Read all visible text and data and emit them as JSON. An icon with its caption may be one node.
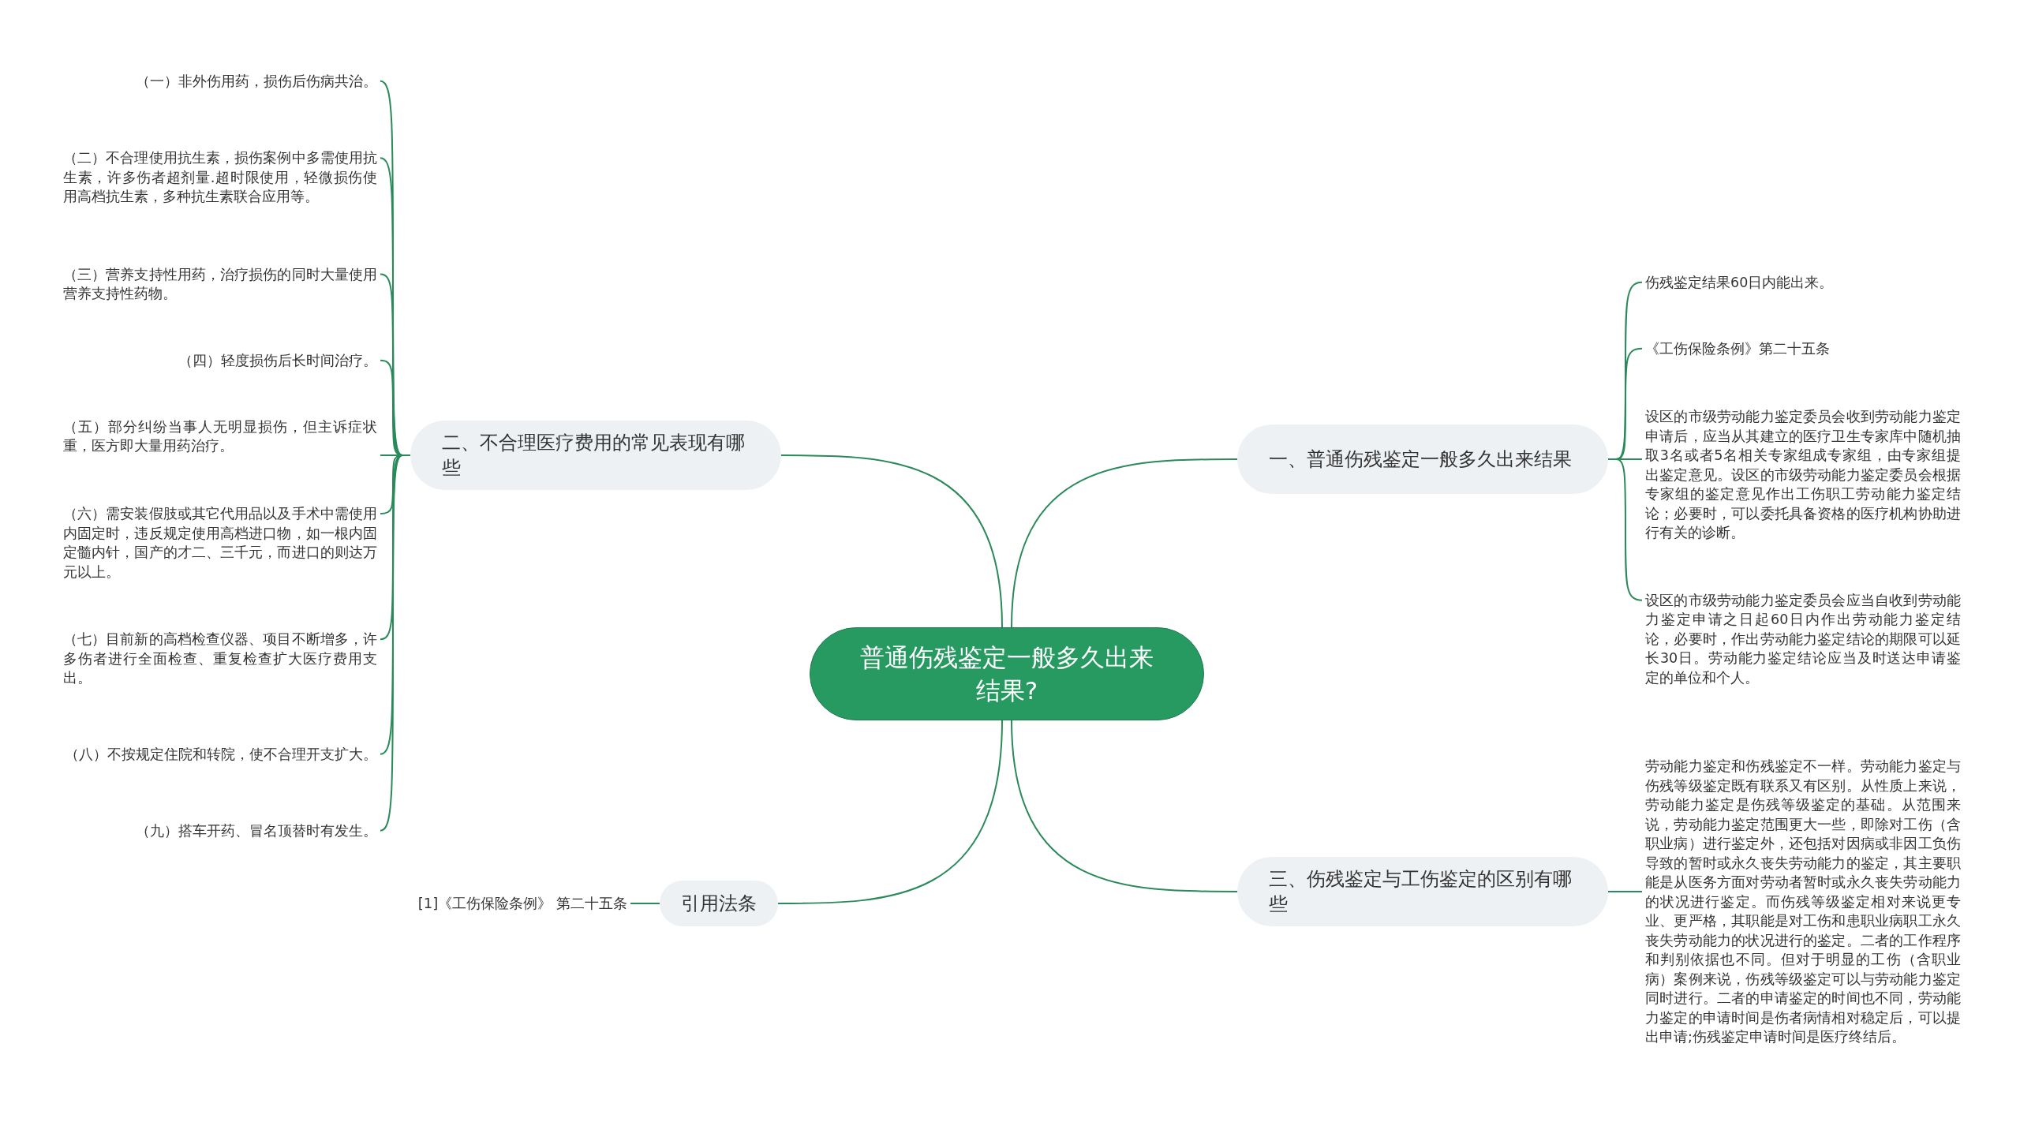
{
  "diagram": {
    "nodes": [
      {
        "text": [
          "普通伤残鉴定一般多久出来结果?"
        ]
      },
      {
        "text": [
          "一、普通伤残鉴定一般多久出来结果"
        ]
      },
      {
        "text": [
          "伤残鉴定结果60日内能出来。"
        ]
      },
      {
        "text": [
          "《工伤保险条例》第二十五条"
        ]
      },
      {
        "text": [
          "设区的市级劳动能力鉴定委员会收到劳动能力鉴定申请后，应当从其建立的医疗卫生专家库中随机抽取3名或者5名相关专家组成专家组，由专家组提出鉴定意见。设区的市级劳动能力鉴定委员会根据专家组的鉴定意见作出工伤职工劳动能力鉴定结论；必要时，可以委托具备资格的医疗机构协助进行有关的诊断。"
        ]
      },
      {
        "text": [
          "设区的市级劳动能力鉴定委员会应当自收到劳动能力鉴定申请之日起60日内作出劳动能力鉴定结论，必要时，作出劳动能力鉴定结论的期限可以延长30日。劳动能力鉴定结论应当及时送达申请鉴定的单位和个人。"
        ]
      },
      {
        "text": [
          "二、不合理医疗费用的常见表现有哪些"
        ]
      },
      {
        "text": [
          "（一）非外伤用药，损伤后伤病共治。"
        ]
      },
      {
        "text": [
          "（二）不合理使用抗生素，损伤案例中多需使用抗生素，许多伤者超剂量.超时限使用，轻微损伤使用高档抗生素，多种抗生素联合应用等。"
        ]
      },
      {
        "text": [
          "（三）营养支持性用药，治疗损伤的同时大量使用营养支持性药物。"
        ]
      },
      {
        "text": [
          "（四）轻度损伤后长时间治疗。"
        ]
      },
      {
        "text": [
          "（五）部分纠纷当事人无明显损伤，但主诉症状重，医方即大量用药治疗。"
        ]
      },
      {
        "text": [
          "（六）需安装假肢或其它代用品以及手术中需使用内固定时，违反规定使用高档进口物，如一根内固定髓内针，国产的才二、三千元，而进口的则达万元以上。"
        ]
      },
      {
        "text": [
          "（七）目前新的高档检查仪器、项目不断增多，许多伤者进行全面检查、重复检查扩大医疗费用支出。"
        ]
      },
      {
        "text": [
          "（八）不按规定住院和转院，使不合理开支扩大。"
        ]
      },
      {
        "text": [
          "（九）搭车开药、冒名顶替时有发生。"
        ]
      },
      {
        "text": [
          "三、伤残鉴定与工伤鉴定的区别有哪些"
        ]
      },
      {
        "text": [
          "劳动能力鉴定和伤残鉴定不一样。劳动能力鉴定与伤残等级鉴定既有联系又有区别。从性质上来说，劳动能力鉴定是伤残等级鉴定的基础。从范围来说，劳动能力鉴定范围更大一些，即除对工伤（含职业病）进行鉴定外，还包括对因病或非因工负伤导致的暂时或永久丧失劳动能力的鉴定，其主要职能是从医务方面对劳动者暂时或永久丧失劳动能力的状况进行鉴定。而伤残等级鉴定相对来说更专业、更严格，其职能是对工伤和患职业病职工永久丧失劳动能力的状况进行的鉴定。二者的工作程序和判别依据也不同。但对于明显的工伤（含职业病）案例来说，伤残等级鉴定可以与劳动能力鉴定同时进行。二者的申请鉴定的时间也不同，劳动能力鉴定的申请时间是伤者病情相对稳定后，可以提出申请;伤残鉴定申请时间是医疗终结后。"
        ]
      },
      {
        "text": [
          "引用法条"
        ]
      },
      {
        "text": [
          "[1]《工伤保险条例》 第二十五条"
        ]
      }
    ],
    "edges": [
      {
        "from": 0,
        "to": 1,
        "arrow": "none"
      },
      {
        "from": 0,
        "to": 6,
        "arrow": "none"
      },
      {
        "from": 0,
        "to": 16,
        "arrow": "none"
      },
      {
        "from": 0,
        "to": 18,
        "arrow": "none"
      },
      {
        "from": 1,
        "to": 2,
        "arrow": "none"
      },
      {
        "from": 1,
        "to": 3,
        "arrow": "none"
      },
      {
        "from": 1,
        "to": 4,
        "arrow": "none"
      },
      {
        "from": 1,
        "to": 5,
        "arrow": "none"
      },
      {
        "from": 6,
        "to": 7,
        "arrow": "none"
      },
      {
        "from": 6,
        "to": 8,
        "arrow": "none"
      },
      {
        "from": 6,
        "to": 9,
        "arrow": "none"
      },
      {
        "from": 6,
        "to": 10,
        "arrow": "none"
      },
      {
        "from": 6,
        "to": 11,
        "arrow": "none"
      },
      {
        "from": 6,
        "to": 12,
        "arrow": "none"
      },
      {
        "from": 6,
        "to": 13,
        "arrow": "none"
      },
      {
        "from": 6,
        "to": 14,
        "arrow": "none"
      },
      {
        "from": 6,
        "to": 15,
        "arrow": "none"
      },
      {
        "from": 16,
        "to": 17,
        "arrow": "none"
      },
      {
        "from": 18,
        "to": 19,
        "arrow": "none"
      }
    ]
  }
}
